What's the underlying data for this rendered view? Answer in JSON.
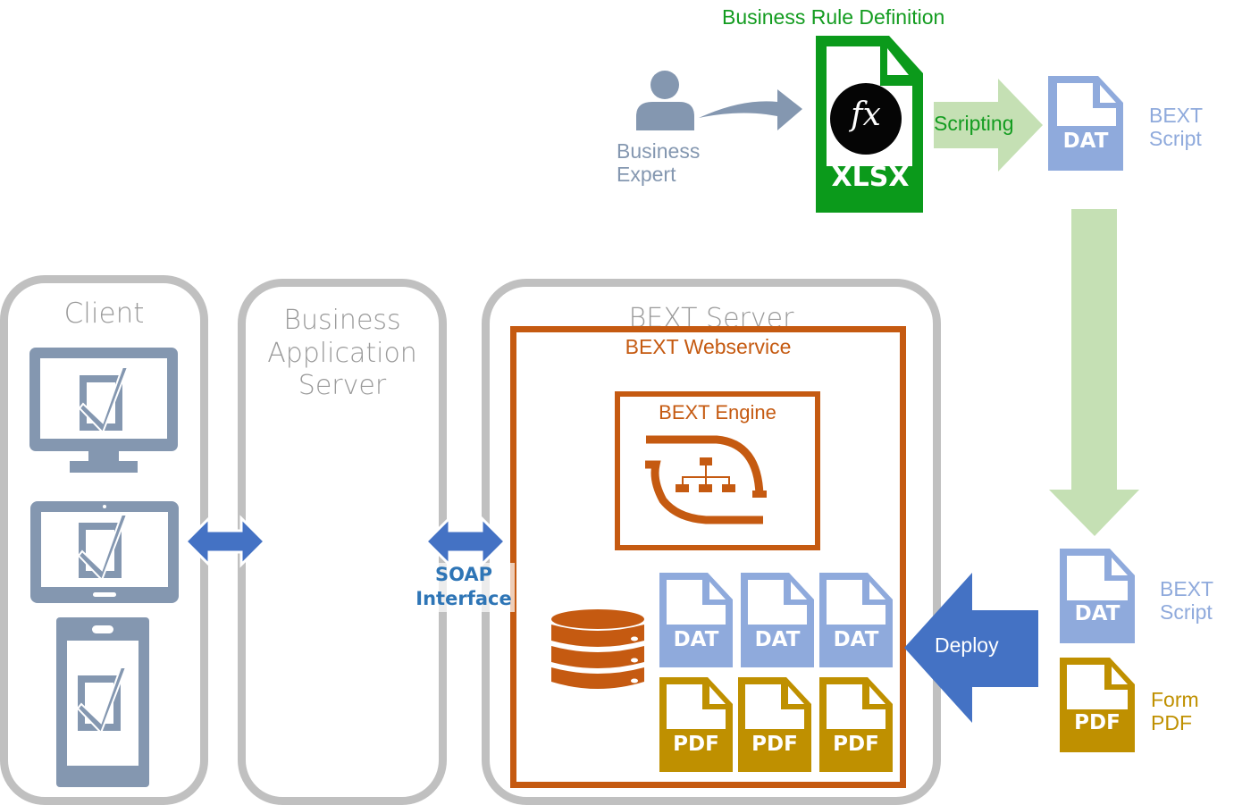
{
  "top": {
    "rule_definition_label": "Business Rule Definition",
    "business_expert_label": [
      "Business",
      "Expert"
    ],
    "xlsx_label": "XLSX",
    "fx_label": "fx",
    "scripting_label": "Scripting",
    "dat_label": "DAT",
    "bext_script_label": [
      "BEXT",
      "Script"
    ]
  },
  "panels": {
    "client": {
      "title": "Client"
    },
    "business_app_server": {
      "title": [
        "Business",
        "Application",
        "Server"
      ]
    },
    "bext_server": {
      "title": "BEXT Server",
      "webservice_label": "BEXT Webservice",
      "engine_label": "BEXT Engine",
      "dat_files": [
        "DAT",
        "DAT",
        "DAT"
      ],
      "pdf_files": [
        "PDF",
        "PDF",
        "PDF"
      ]
    }
  },
  "soap": {
    "label": [
      "SOAP",
      "Interface"
    ]
  },
  "deploy": {
    "label": "Deploy",
    "dat_label": "DAT",
    "bext_script_label": [
      "BEXT",
      "Script"
    ],
    "pdf_label": "PDF",
    "form_pdf_label": [
      "Form",
      "PDF"
    ]
  },
  "colors": {
    "green": "#0b9a1b",
    "green_text": "#139c20",
    "light_green": "#c5e0b4",
    "dat_blue": "#8faadc",
    "device_gray": "#8497b0",
    "arrow_blue": "#4472c4",
    "orange": "#c55a11",
    "pdf_gold": "#bf9000",
    "soap_blue": "#2e75b6"
  }
}
